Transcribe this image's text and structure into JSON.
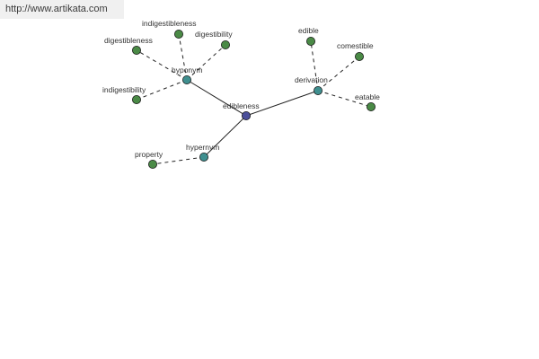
{
  "header": {
    "url": "http://www.artikata.com"
  },
  "colors": {
    "center": "#4b4f9a",
    "relation": "#3f8f8f",
    "word": "#4a8a46"
  },
  "graph": {
    "center": {
      "id": "edibleness",
      "label": "edibleness"
    },
    "relations": [
      {
        "id": "hyponym",
        "label": "hyponym"
      },
      {
        "id": "derivation",
        "label": "derivation"
      },
      {
        "id": "hypernym",
        "label": "hypernym"
      }
    ],
    "words": [
      {
        "id": "digestibleness",
        "label": "digestibleness",
        "relation": "hyponym"
      },
      {
        "id": "indigestibleness",
        "label": "indigestibleness",
        "relation": "hyponym"
      },
      {
        "id": "digestibility",
        "label": "digestibility",
        "relation": "hyponym"
      },
      {
        "id": "indigestibility",
        "label": "indigestibility",
        "relation": "hyponym"
      },
      {
        "id": "edible",
        "label": "edible",
        "relation": "derivation"
      },
      {
        "id": "comestible",
        "label": "comestible",
        "relation": "derivation"
      },
      {
        "id": "eatable",
        "label": "eatable",
        "relation": "derivation"
      },
      {
        "id": "property",
        "label": "property",
        "relation": "hypernym"
      }
    ]
  }
}
